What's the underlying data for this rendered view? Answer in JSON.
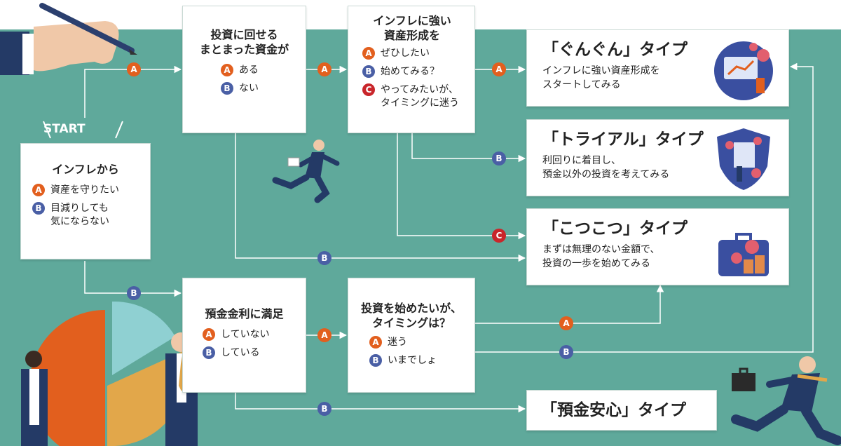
{
  "start_label": "START",
  "questions": {
    "q1": {
      "title": "インフレから",
      "options": [
        {
          "badge": "A",
          "text": "資産を守りたい"
        },
        {
          "badge": "B",
          "text": "目減りしても\n気にならない"
        }
      ]
    },
    "q2": {
      "title": "投資に回せる\nまとまった資金が",
      "options": [
        {
          "badge": "A",
          "text": "ある"
        },
        {
          "badge": "B",
          "text": "ない"
        }
      ]
    },
    "q3": {
      "title": "インフレに強い\n資産形成を",
      "options": [
        {
          "badge": "A",
          "text": "ぜひしたい"
        },
        {
          "badge": "B",
          "text": "始めてみる？"
        },
        {
          "badge": "C",
          "text": "やってみたいが、\nタイミングに迷う"
        }
      ]
    },
    "q4": {
      "title": "預金金利に満足",
      "options": [
        {
          "badge": "A",
          "text": "していない"
        },
        {
          "badge": "B",
          "text": "している"
        }
      ]
    },
    "q5": {
      "title": "投資を始めたいが、\nタイミングは？",
      "options": [
        {
          "badge": "A",
          "text": "迷う"
        },
        {
          "badge": "B",
          "text": "いまでしょ"
        }
      ]
    }
  },
  "results": {
    "r1": {
      "title": "「ぐんぐん」タイプ",
      "desc": "インフレに強い資産形成を\nスタートしてみる",
      "icon": "growth-chart-icon"
    },
    "r2": {
      "title": "「トライアル」タイプ",
      "desc": "利回りに着目し、\n預金以外の投資を考えてみる",
      "icon": "shield-document-icon"
    },
    "r3": {
      "title": "「こつこつ」タイプ",
      "desc": "まずは無理のない金額で、\n投資の一歩を始めてみる",
      "icon": "briefcase-coins-icon"
    },
    "r4": {
      "title": "「預金安心」タイプ",
      "desc": ""
    }
  },
  "edges": {
    "e1": "A",
    "e2": "A",
    "e3": "A",
    "e4": "B",
    "e5": "C",
    "e6": "B",
    "e7": "B",
    "e8": "A",
    "e9": "A",
    "e10": "B",
    "e11": "B"
  },
  "colors": {
    "background": "#5fa99b",
    "badge_a": "#e25f1e",
    "badge_b": "#4a5fa5",
    "badge_c": "#c9262b",
    "pie_orange": "#e25f1e",
    "pie_yellow": "#e2a74a",
    "pie_teal": "#8fd0d2"
  }
}
